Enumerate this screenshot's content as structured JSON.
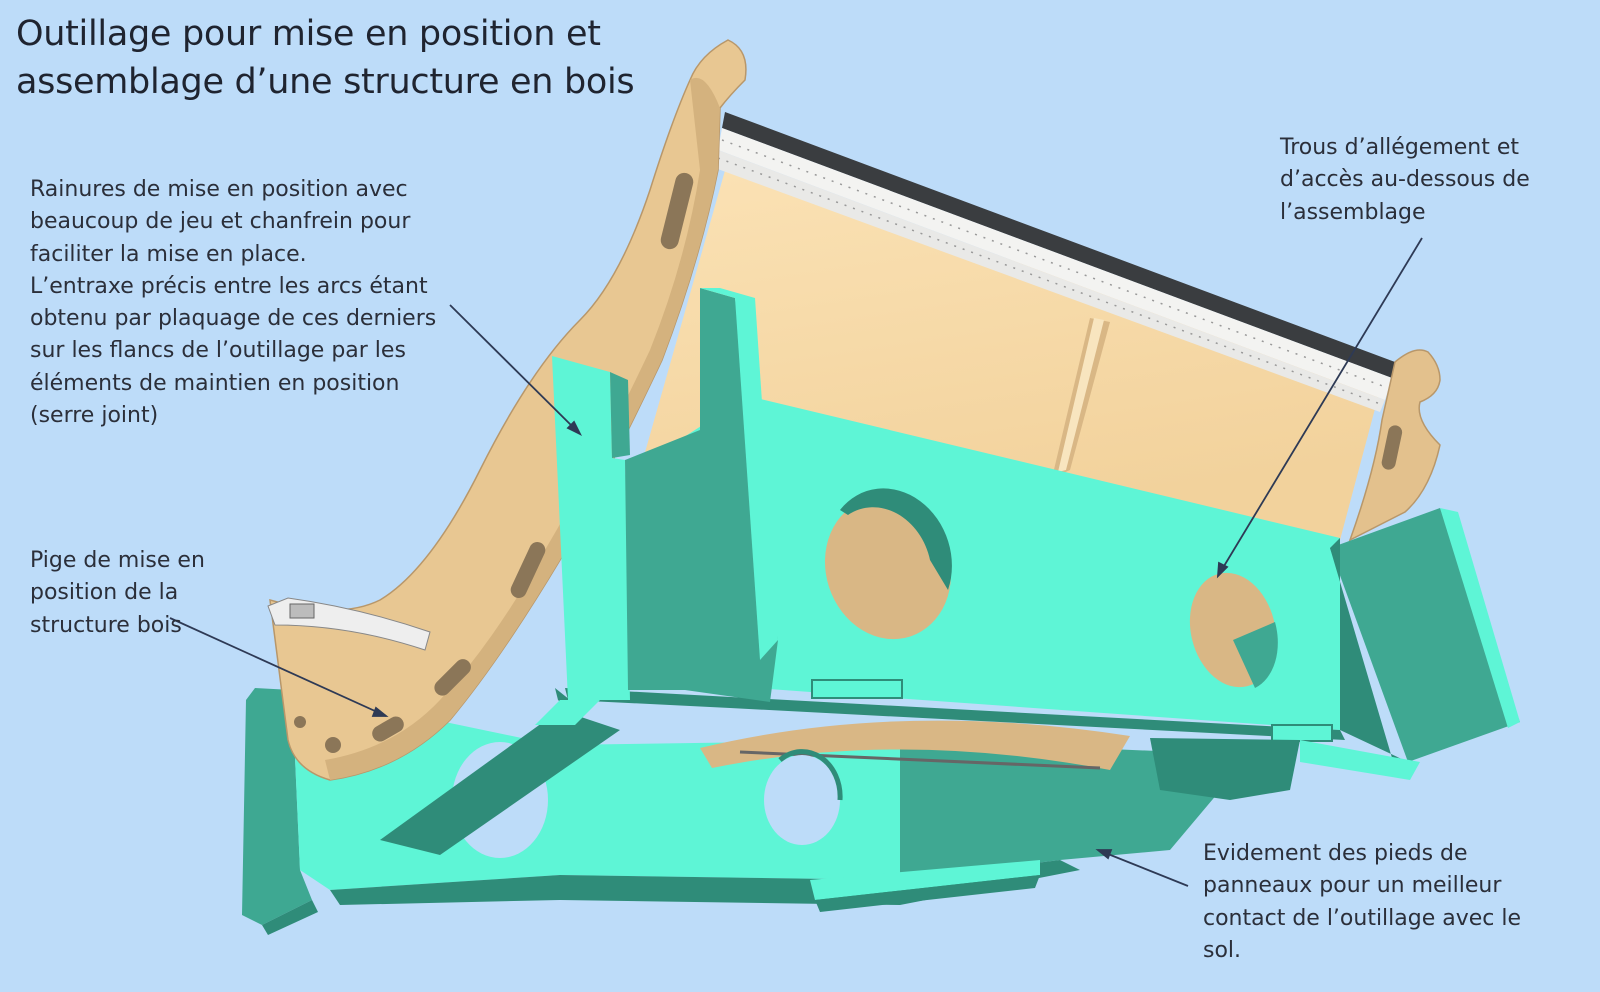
{
  "title": {
    "line1": "Outillage pour mise en position et",
    "line2": "assemblage d’une structure en bois"
  },
  "annotations": {
    "rainures": {
      "lines": [
        "Rainures de mise en position avec",
        "beaucoup de jeu et chanfrein pour",
        "faciliter la mise en place.",
        "L’entraxe précis entre les arcs étant",
        "obtenu par plaquage de ces derniers",
        "sur les flancs de l’outillage par les",
        "éléments de maintien en position",
        "(serre joint)"
      ]
    },
    "pige": {
      "lines": [
        "Pige de mise en",
        "position de la",
        "structure bois"
      ]
    },
    "trous": {
      "lines": [
        "Trous d’allégement et",
        "d’accès au-dessous de",
        "l’assemblage"
      ]
    },
    "evidement": {
      "lines": [
        "Evidement des pieds de",
        "panneaux pour un meilleur",
        "contact de l’outillage avec le",
        "sol."
      ]
    }
  },
  "colors": {
    "background": "#bddcf9",
    "tooling_light": "#5ef5d6",
    "tooling_dark": "#3fa892",
    "wood_face": "#f8dcaa",
    "wood_edge": "#d9b785",
    "leader_line": "#2e3a55"
  }
}
